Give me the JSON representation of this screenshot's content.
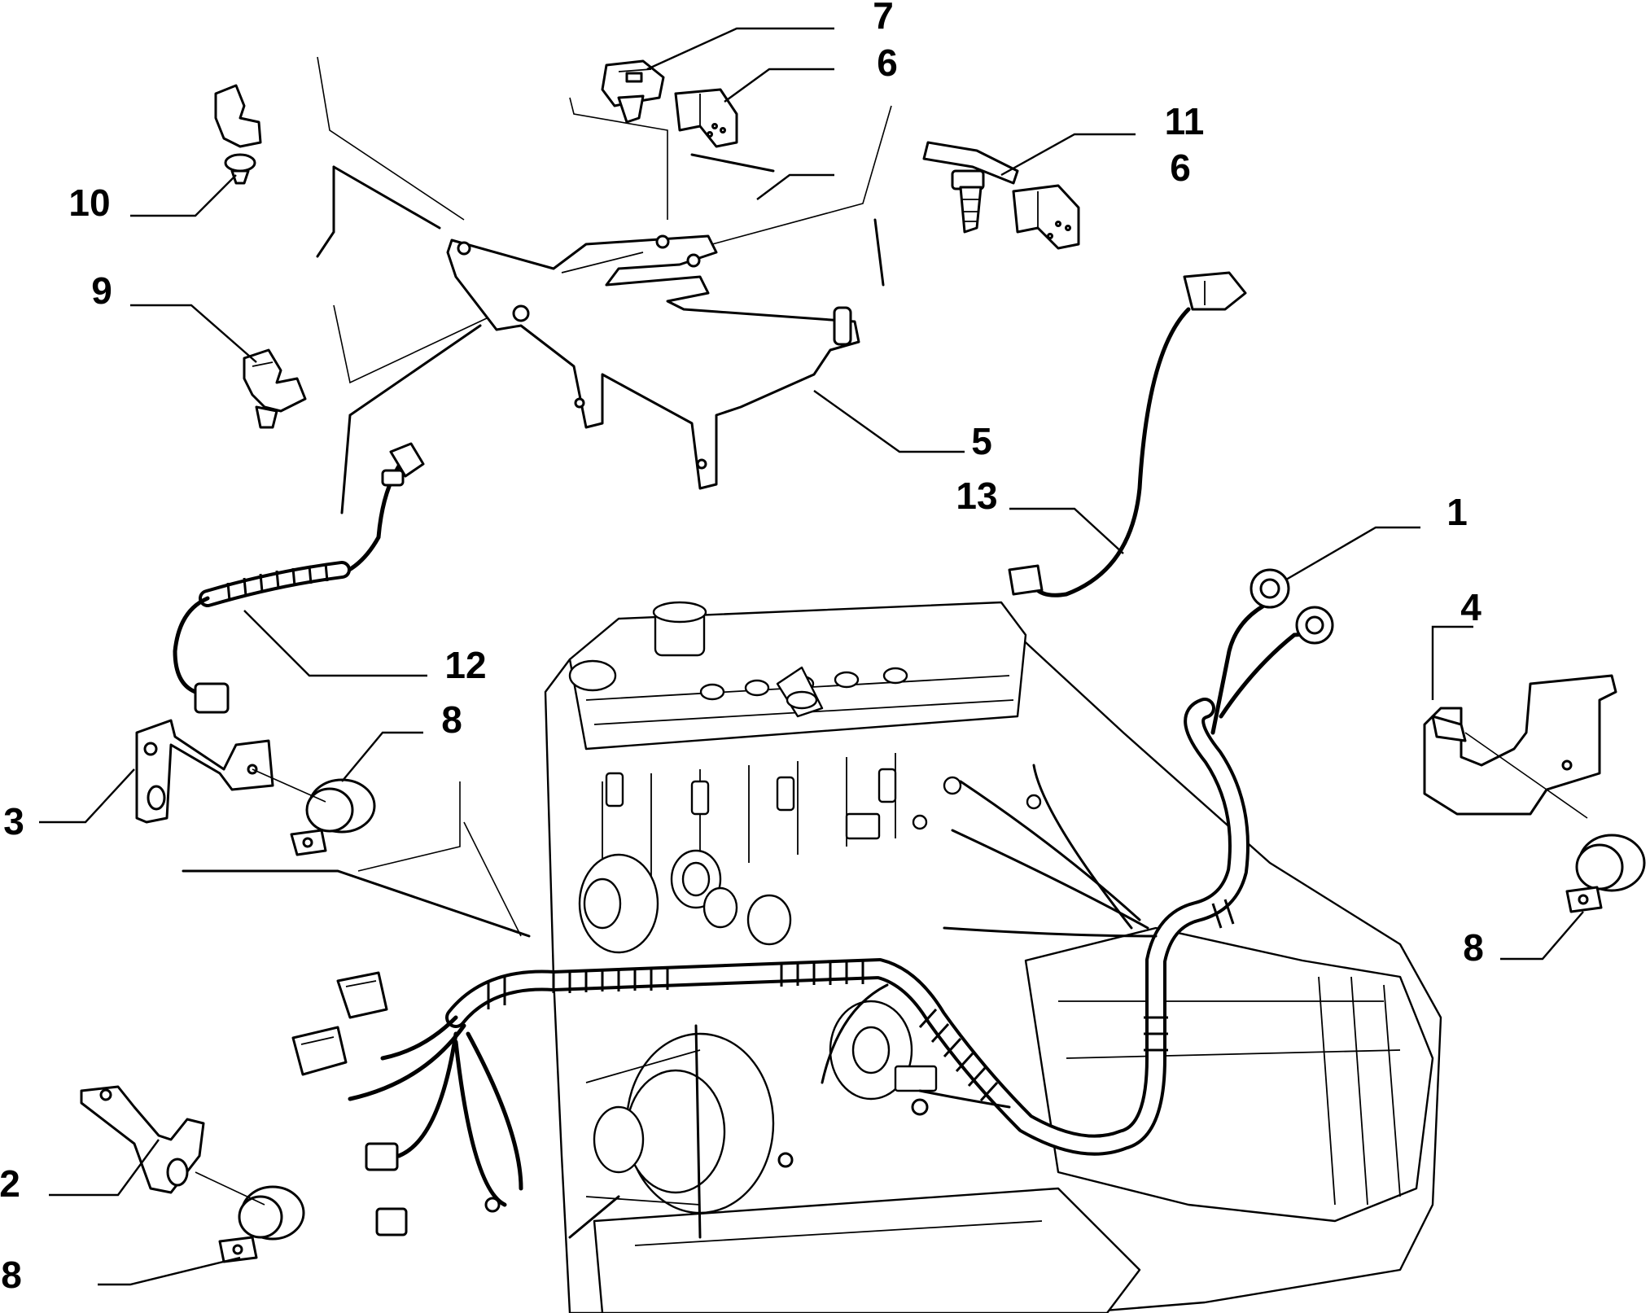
{
  "callouts": {
    "c1": "1",
    "c2": "2",
    "c3": "3",
    "c4": "4",
    "c5": "5",
    "c6a": "6",
    "c6b": "6",
    "c7": "7",
    "c8a": "8",
    "c8b": "8",
    "c8c": "8",
    "c9": "9",
    "c10": "10",
    "c11": "11",
    "c12": "12",
    "c13": "13"
  },
  "colors": {
    "ink": "#000000",
    "paper": "#ffffff"
  },
  "parts": [
    "wiring-harness",
    "bracket-2",
    "bracket-3",
    "bracket-4",
    "support-bracket-5",
    "connector-6",
    "sensor-7",
    "clip-8",
    "clip-9",
    "clip-10",
    "sensor-11",
    "lead-12",
    "lead-13"
  ]
}
